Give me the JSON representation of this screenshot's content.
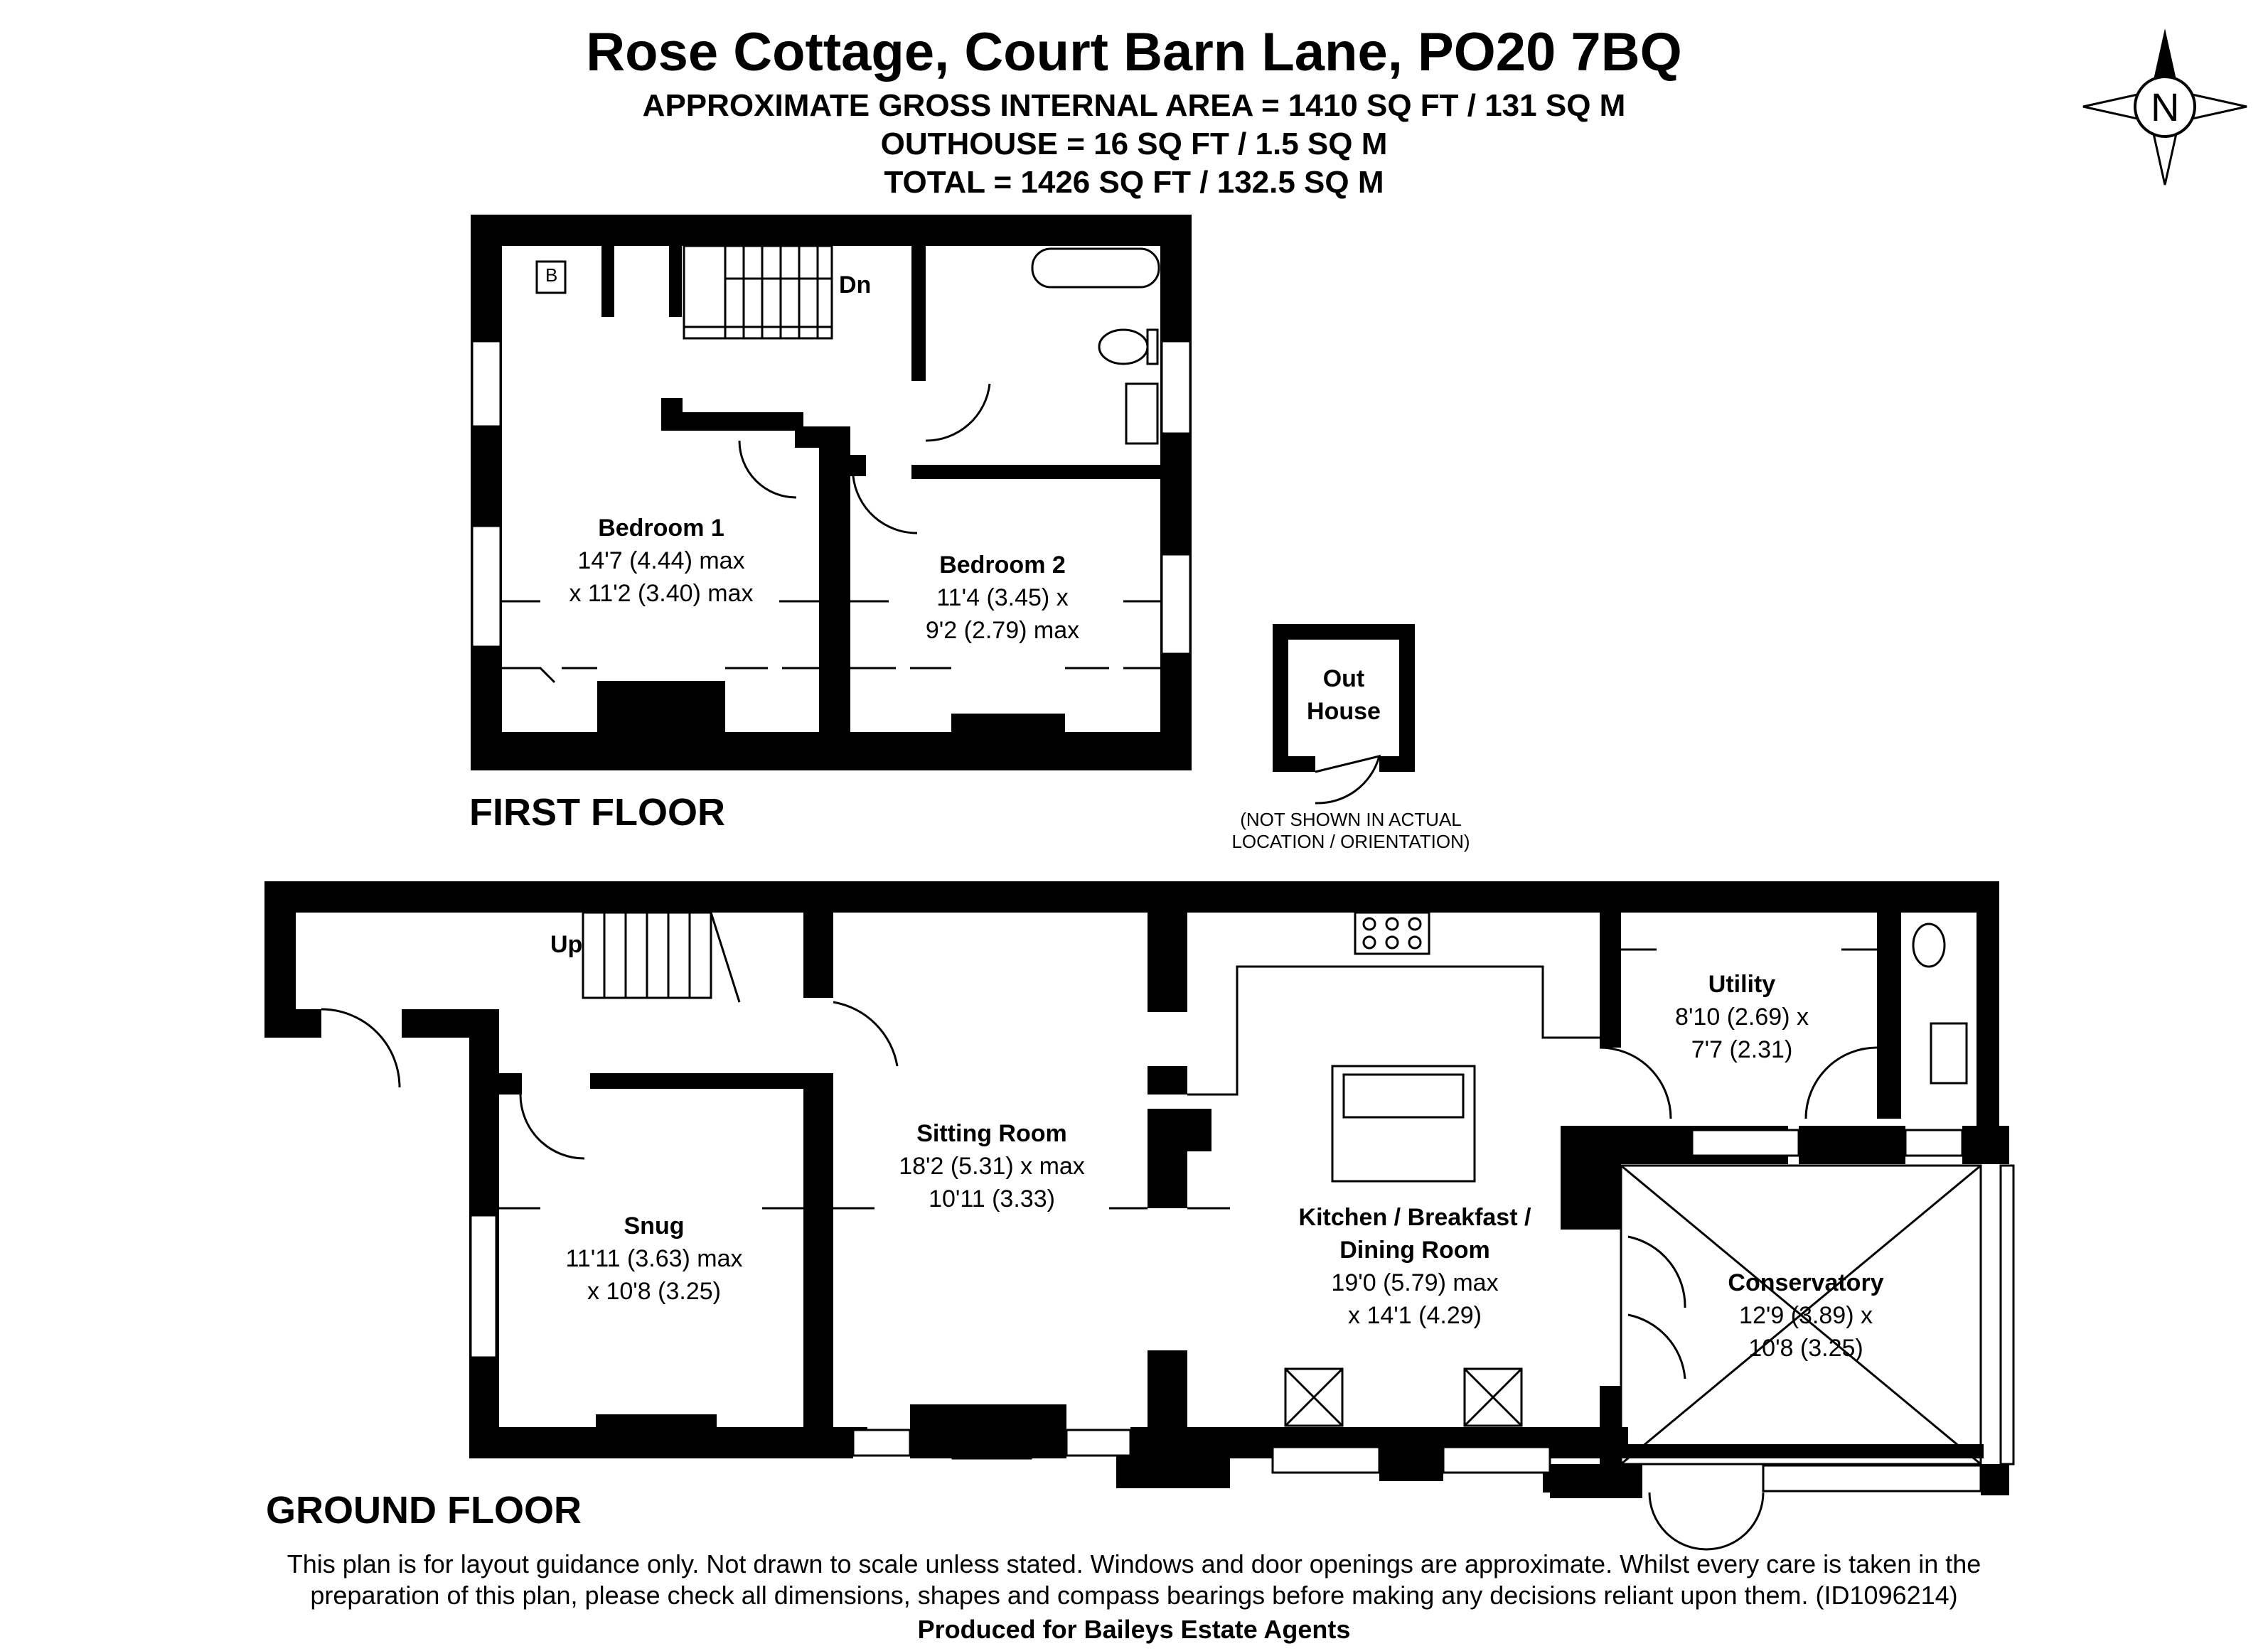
{
  "header": {
    "title": "Rose Cottage, Court Barn Lane, PO20 7BQ",
    "gross_area": "APPROXIMATE GROSS INTERNAL AREA = 1410 SQ FT / 131 SQ M",
    "outhouse_area": "OUTHOUSE = 16 SQ FT / 1.5 SQ M",
    "total_area": "TOTAL = 1426 SQ FT / 132.5 SQ M"
  },
  "compass": {
    "letter": "N"
  },
  "floors": {
    "first": "FIRST FLOOR",
    "ground": "GROUND FLOOR"
  },
  "marks": {
    "boiler": "B",
    "down": "Dn",
    "up": "Up"
  },
  "rooms": {
    "bedroom1": {
      "name": "Bedroom 1",
      "dim1": "14'7 (4.44) max",
      "dim2": "x 11'2 (3.40) max"
    },
    "bedroom2": {
      "name": "Bedroom 2",
      "dim1": "11'4 (3.45) x",
      "dim2": "9'2 (2.79) max"
    },
    "outhouse": {
      "name1": "Out",
      "name2": "House",
      "note1": "(NOT SHOWN IN ACTUAL",
      "note2": "LOCATION / ORIENTATION)"
    },
    "utility": {
      "name": "Utility",
      "dim1": "8'10 (2.69) x",
      "dim2": "7'7 (2.31)"
    },
    "sitting": {
      "name": "Sitting Room",
      "dim1": "18'2 (5.31) x max",
      "dim2": "10'11 (3.33)"
    },
    "snug": {
      "name": "Snug",
      "dim1": "11'11 (3.63) max",
      "dim2": "x 10'8 (3.25)"
    },
    "kitchen": {
      "name1": "Kitchen / Breakfast /",
      "name2": "Dining Room",
      "dim1": "19'0 (5.79) max",
      "dim2": "x 14'1 (4.29)"
    },
    "conservatory": {
      "name": "Conservatory",
      "dim1": "12'9 (3.89) x",
      "dim2": "10'8 (3.25)"
    }
  },
  "footer": {
    "line1": "This plan is for layout guidance only. Not drawn to scale unless stated. Windows and door openings are approximate. Whilst every care is taken in the",
    "line2": "preparation of this plan, please check all dimensions, shapes and compass bearings before making any decisions reliant upon them. (ID1096214)",
    "line3": "Produced for Baileys Estate Agents"
  },
  "colors": {
    "wall": "#000000",
    "background": "#ffffff",
    "fixture": "#555555"
  }
}
